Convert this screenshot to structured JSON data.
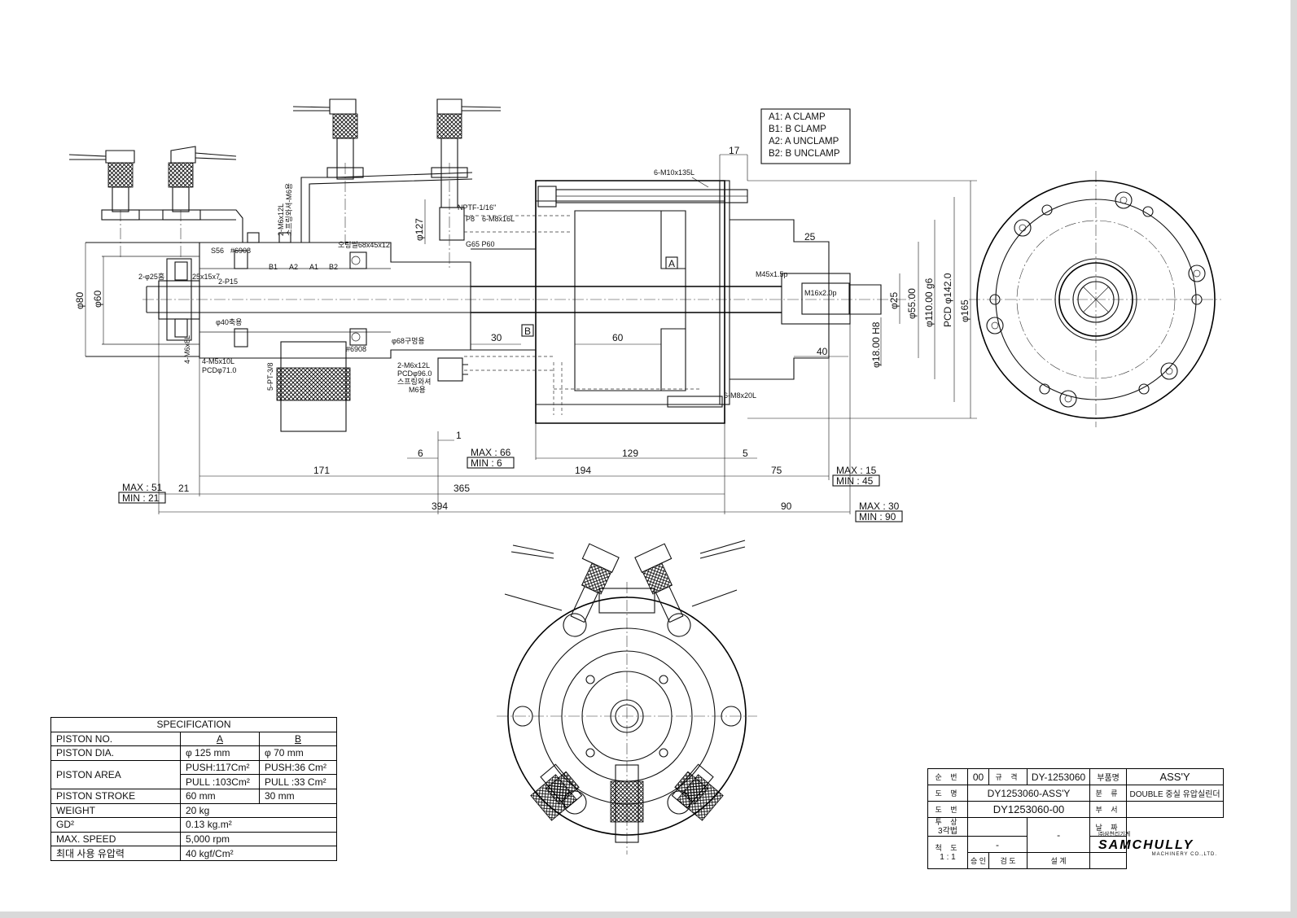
{
  "legend": {
    "lines": [
      "A1: A CLAMP",
      "B1: B CLAMP",
      "A2: A UNCLAMP",
      "B2: B UNCLAMP"
    ]
  },
  "dimensions": {
    "d17": "17",
    "bolts_top": "6-M10x135L",
    "d25": "25",
    "m45": "M45x1.5p",
    "m16": "M16x2.0p",
    "phi25": "φ25",
    "phi55": "φ55.00",
    "phi110": "φ110.00 g6",
    "pcd142": "PCD φ142.0",
    "phi165": "φ165",
    "phi18": "φ18.00 H8",
    "d40": "40",
    "d60": "60",
    "d30": "30",
    "phi127": "φ127",
    "phi80": "φ80",
    "phi60": "φ60",
    "nptf": "NPTF-1/16\"",
    "p8": "P8",
    "m8x16": "6-M8x16L",
    "g65": "G65 P60",
    "m6x12": "2-M6x12L",
    "washer1": "스프링와셔-M6용",
    "oring": "오링씰68x45x12",
    "s56": "S56",
    "b6908a": "#6908",
    "b6908b": "#6908",
    "phi25hole": "2-φ25홈",
    "x15": "25x15x7",
    "p15": "2-P15",
    "phi40": "φ40축용",
    "phi68": "φ68구멍용",
    "m6x8": "4-M6x8L",
    "m5x10": "4-M5x10L",
    "pcd71": "PCDφ71.0",
    "pt38": "5-PT-3/8",
    "m6x12b": "2-M6x12L",
    "pcd96": "PCDφ96.0",
    "washer2": "스프링와셔",
    "m6yong": "M6용",
    "m8x20": "6-M8x20L",
    "port_b1": "B1",
    "port_a2": "A2",
    "port_a1": "A1",
    "port_b2": "B2",
    "tag_a": "A",
    "tag_b": "B",
    "d1": "1",
    "d6": "6",
    "max66": "MAX : 66",
    "min6": "MIN : 6",
    "d129": "129",
    "d5": "5",
    "d171": "171",
    "d194": "194",
    "d75": "75",
    "max15": "MAX : 15",
    "min45": "MIN : 45",
    "max51": "MAX : 51",
    "min21": "MIN : 21",
    "d21": "21",
    "d365": "365",
    "d394": "394",
    "d90": "90",
    "max30": "MAX : 30",
    "min90": "MIN : 90"
  },
  "spec": {
    "title": "SPECIFICATION",
    "rows": {
      "no": {
        "label": "PISTON NO.",
        "a": "A",
        "b": "B"
      },
      "dia": {
        "label": "PISTON DIA.",
        "a": "φ 125 mm",
        "b": "φ 70 mm"
      },
      "area": {
        "label": "PISTON AREA",
        "a_push": "PUSH:117Cm²",
        "b_push": "PUSH:36 Cm²",
        "a_pull": "PULL :103Cm²",
        "b_pull": "PULL :33 Cm²"
      },
      "stroke": {
        "label": "PISTON STROKE",
        "a": "60 mm",
        "b": "30 mm"
      },
      "weight": {
        "label": "WEIGHT",
        "v": "20  kg"
      },
      "gd2": {
        "label": "GD²",
        "v": "0.13 kg.m²"
      },
      "speed": {
        "label": "MAX. SPEED",
        "v": "5,000 rpm"
      },
      "pressure": {
        "label": "최대 사용 유압력",
        "v": "40 kgf/Cm²"
      }
    }
  },
  "titleblock": {
    "seq_label": "순   번",
    "seq": "00",
    "std_label": "규   격",
    "std": "DY-1253060",
    "part_label": "부품명",
    "part": "ASS'Y",
    "dwg_name_label": "도   명",
    "dwg_name": "DY1253060-ASS'Y",
    "class_label": "분   류",
    "class": "DOUBLE 중실 유압실린더",
    "dwg_no_label": "도   번",
    "dwg_no": "DY1253060-00",
    "dept_label": "부   서",
    "proj_label": "투  상",
    "proj": "3각법",
    "scale_label": "척  도",
    "scale": "1 : 1",
    "dash1": "-",
    "dash2": "-",
    "date_label": "날   짜",
    "approve": "승  인",
    "review": "검  도",
    "design": "설  계",
    "company_small": "㈜삼천리기계",
    "company": "SAMCHULLY",
    "company_sub": "MACHINERY CO.,LTD."
  }
}
